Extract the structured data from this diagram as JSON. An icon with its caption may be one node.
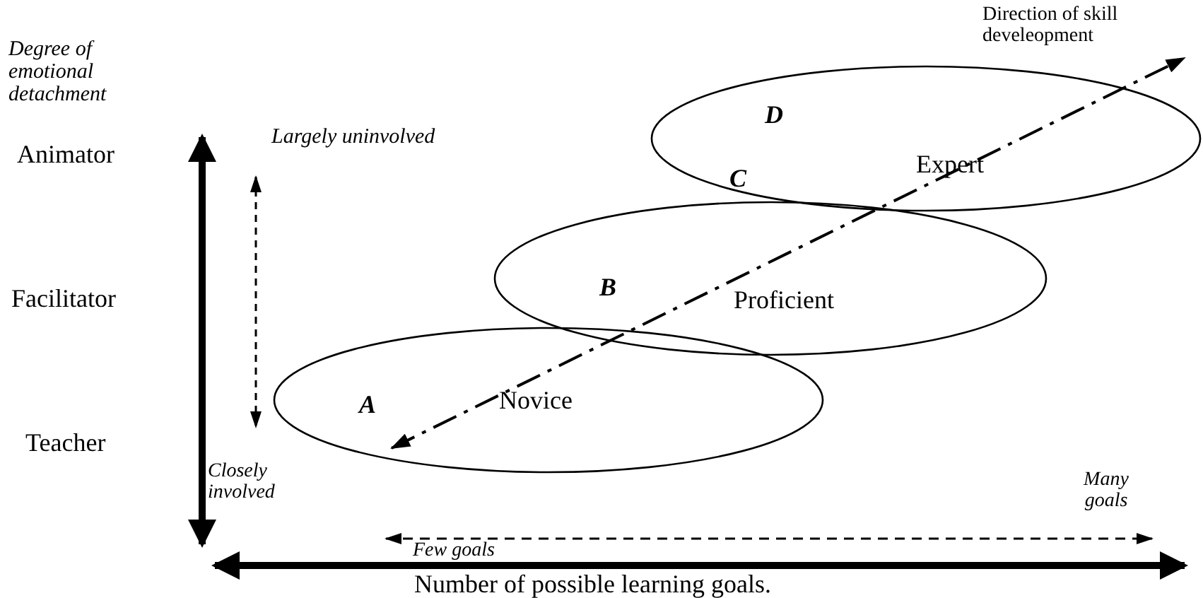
{
  "diagram": {
    "nodes": [
      {
        "text": [
          "Expert"
        ]
      },
      {
        "text": [
          "Proficient"
        ]
      },
      {
        "text": [
          "Novice"
        ]
      }
    ],
    "labels": [
      "Degree of emotional detachment",
      "Direction of skill develeopment",
      "D",
      "Animator",
      "Largely uninvolved",
      "C",
      "Facilitator",
      "B",
      "A",
      "Teacher",
      "Closely involved",
      "Many goals",
      "Few goals",
      "Number of possible learning goals."
    ]
  }
}
